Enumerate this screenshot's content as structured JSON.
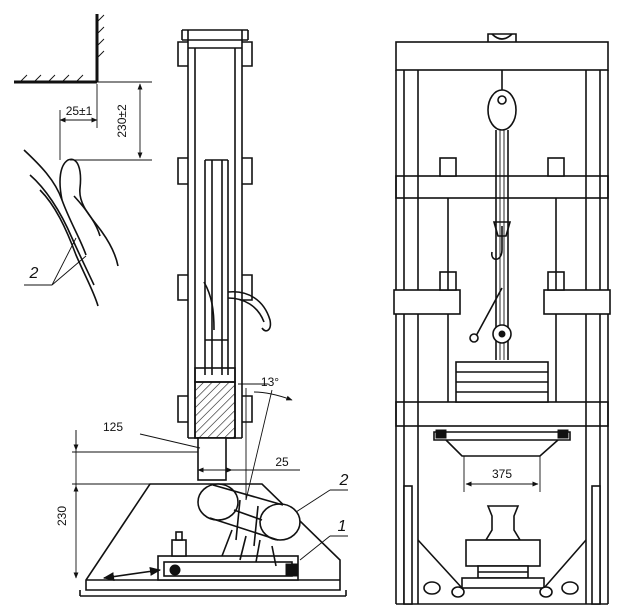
{
  "detail": {
    "dim_offset": "25±1",
    "dim_height": "230±2",
    "label_2": "2"
  },
  "side": {
    "dim_125": "125",
    "dim_25": "25",
    "dim_230": "230",
    "angle": "13°",
    "label_1": "1",
    "label_2": "2"
  },
  "front": {
    "dim_375": "375"
  }
}
